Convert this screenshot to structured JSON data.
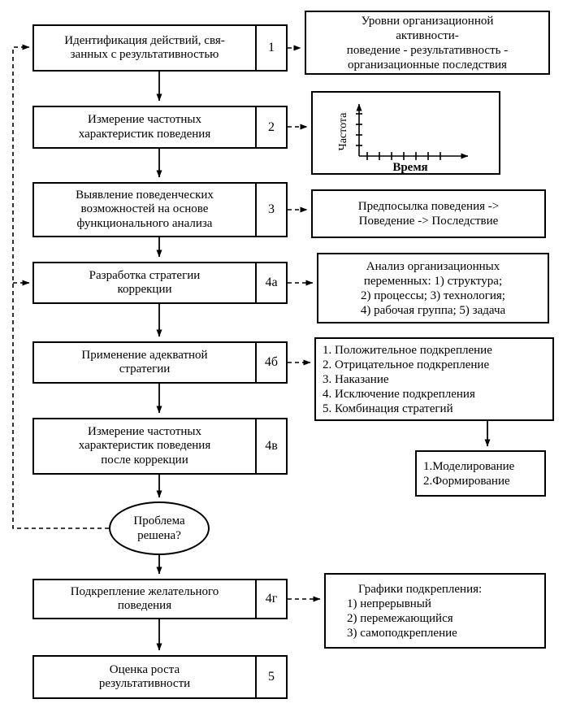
{
  "colors": {
    "ink": "#000000",
    "background": "#ffffff"
  },
  "main_boxes": {
    "step1": {
      "text": "Идентификация действий, свя-\nзанных с результативностью",
      "num": "1"
    },
    "step2": {
      "text": "Измерение частотных\nхарактеристик поведения",
      "num": "2"
    },
    "step3": {
      "text": "Выявление поведенческих\nвозможностей на основе\nфункционального анализа",
      "num": "3"
    },
    "step4a": {
      "text": "Разработка стратегии\nкоррекции",
      "num": "4а"
    },
    "step4b": {
      "text": "Применение адекватной\nстратегии",
      "num": "4б"
    },
    "step4c": {
      "text": "Измерение частотных\nхарактеристик поведения\nпосле коррекции",
      "num": "4в"
    },
    "decision": {
      "text": "Проблема\nрешена?"
    },
    "step4d": {
      "text": "Подкрепление желательного\nповедения",
      "num": "4г"
    },
    "step5": {
      "text": "Оценка роста\nрезультативности",
      "num": "5"
    }
  },
  "annotations": {
    "levels": {
      "text": "Уровни организационной\nактивности-\nповедение - результативность -\nорганизационные последствия"
    },
    "chart": {
      "ylabel": "Частота",
      "xlabel": "Время"
    },
    "abc": {
      "text": "Предпосылка поведения ->\nПоведение -> Последствие"
    },
    "analysis": {
      "text": "Анализ  организационных\nпеременных:   1) структура;\n2) процессы; 3) технология;\n4) рабочая группа; 5) задача"
    },
    "strategies": {
      "items": [
        "1. Положительное подкрепление",
        "2. Отрицательное подкрепление",
        "3. Наказание",
        "4. Исключение подкрепления",
        "5. Комбинация стратегий"
      ]
    },
    "modeling": {
      "items": [
        "1.Моделирование",
        "2.Формирование"
      ]
    },
    "schedules": {
      "title": "Графики подкрепления:",
      "items": [
        "1) непрерывный",
        "2) перемежающийся",
        "3) самоподкрепление"
      ]
    }
  }
}
